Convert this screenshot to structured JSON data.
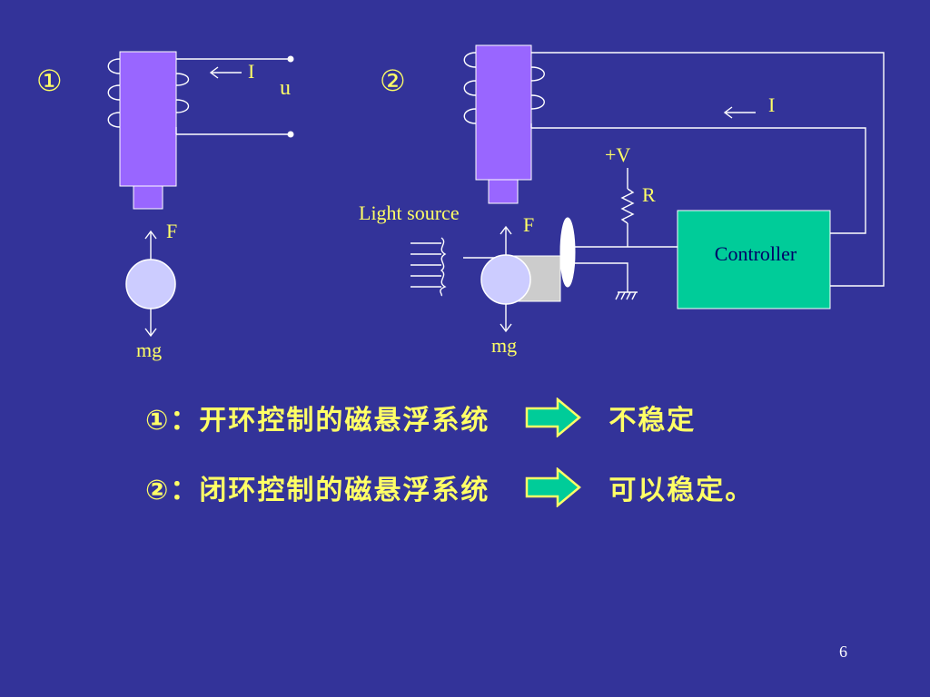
{
  "diagram1": {
    "number": "①",
    "current_label": "I",
    "voltage_label": "u",
    "force_label": "F",
    "weight_label": "mg"
  },
  "diagram2": {
    "number": "②",
    "current_label": "I",
    "supply_label": "+V",
    "resistor_label": "R",
    "light_label": "Light source",
    "force_label": "F",
    "weight_label": "mg",
    "controller_label": "Controller"
  },
  "captions": [
    {
      "text": "①：开环控制的磁悬浮系统",
      "result": "不稳定"
    },
    {
      "text": "②：闭环控制的磁悬浮系统",
      "result": "可以稳定。"
    }
  ],
  "page_number": "6",
  "colors": {
    "background": "#333399",
    "text": "#ffff66",
    "magnet": "#9966ff",
    "ball": "#ccccff",
    "controller": "#00cc99",
    "arrow_fill": "#00cc99",
    "arrow_border": "#ffff66"
  }
}
